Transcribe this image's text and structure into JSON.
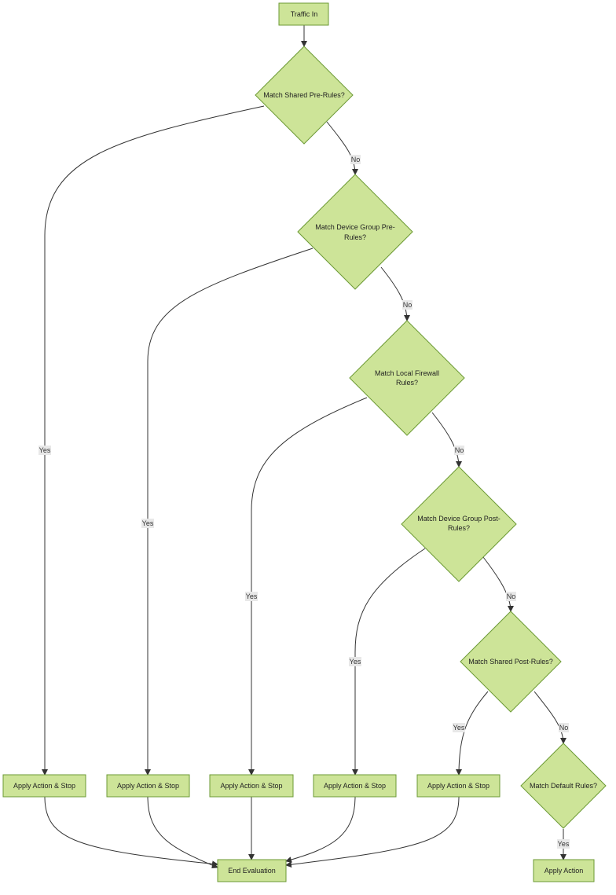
{
  "nodes": {
    "start": "Traffic In",
    "d1": "Match Shared Pre-Rules?",
    "d2": [
      "Match Device Group Pre-",
      "Rules?"
    ],
    "d3": [
      "Match Local Firewall",
      "Rules?"
    ],
    "d4": [
      "Match Device Group Post-",
      "Rules?"
    ],
    "d5": "Match Shared Post-Rules?",
    "d6": "Match Default Rules?",
    "a1": "Apply Action & Stop",
    "a2": "Apply Action & Stop",
    "a3": "Apply Action & Stop",
    "a4": "Apply Action & Stop",
    "a5": "Apply Action & Stop",
    "end": "End Evaluation",
    "final": "Apply Action"
  },
  "edge_labels": {
    "d1_yes": "Yes",
    "d1_no": "No",
    "d2_yes": "Yes",
    "d2_no": "No",
    "d3_yes": "Yes",
    "d3_no": "No",
    "d4_yes": "Yes",
    "d4_no": "No",
    "d5_yes": "Yes",
    "d5_no": "No",
    "d6_yes": "Yes"
  },
  "colors": {
    "node_fill": "#cde498",
    "node_stroke": "#6c9a35",
    "edge": "#333333",
    "label_bg": "#e8e8e8"
  }
}
